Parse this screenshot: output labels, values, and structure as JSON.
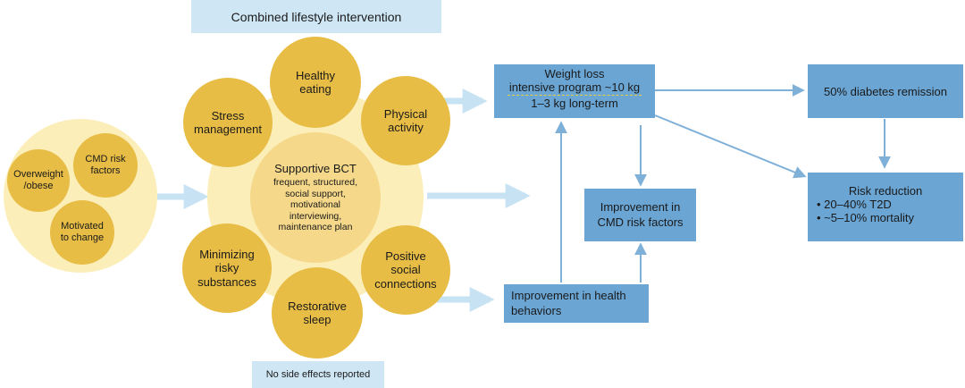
{
  "header": {
    "title": "Combined lifestyle intervention"
  },
  "footer": {
    "note": "No side effects reported"
  },
  "left_cluster": {
    "items": [
      "Overweight\n/obese",
      "CMD risk\nfactors",
      "Motivated\nto change"
    ]
  },
  "core": {
    "title": "Supportive BCT",
    "details": "frequent, structured,\nsocial support,\nmotivational\ninterviewing,\nmaintenance plan"
  },
  "pillars": {
    "healthy_eating": "Healthy\neating",
    "physical_activity": "Physical\nactivity",
    "stress_management": "Stress\nmanagement",
    "minimizing_risky": "Minimizing\nrisky\nsubstances",
    "restorative_sleep": "Restorative\nsleep",
    "positive_social": "Positive\nsocial\nconnections"
  },
  "outcomes": {
    "weight_loss": {
      "line1": "Weight loss",
      "line2": "intensive program ~10 kg",
      "line3": "1–3 kg long-term"
    },
    "remission": "50% diabetes remission",
    "risk_reduction": {
      "title": "Risk reduction",
      "items": [
        "• 20–40% T2D",
        "• ~5–10% mortality"
      ]
    },
    "cmd_improvement": "Improvement in\nCMD risk factors",
    "health_behaviors": "Improvement in health\nbehaviors"
  },
  "colors": {
    "yellow": "#e8bd45",
    "core_yellow": "#f5d889",
    "halo": "#fbeeb8",
    "box_blue": "#6aa5d4",
    "arrow_blue": "#7fb0d8",
    "light_arrow": "#c6e2f3",
    "banner": "#cfe7f5",
    "dash_yellow": "#e8cf3a"
  }
}
